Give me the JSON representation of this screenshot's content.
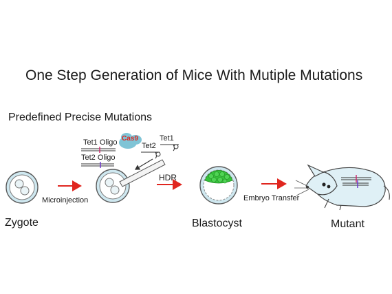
{
  "title": "One Step Generation of Mice With Mutiple Mutations",
  "subtitle": "Predefined Precise Mutations",
  "stages": {
    "zygote": "Zygote",
    "blastocyst": "Blastocyst",
    "mutant": "Mutant"
  },
  "steps": {
    "microinjection": "Microinjection",
    "hdr": "HDR",
    "embryo_transfer": "Embryo Transfer"
  },
  "reagents": {
    "tet1_oligo": "Tet1 Oligo",
    "tet2_oligo": "Tet2 Oligo",
    "cas9": "Cas9",
    "tet2": "Tet2",
    "tet1": "Tet1"
  },
  "colors": {
    "arrow": "#e0261f",
    "cell_fill": "#cfe8f0",
    "cell_stroke": "#5a5a5a",
    "cas9_blob": "#7fc4d6",
    "cas9_text": "#e0261f",
    "inner_mass": "#35c23a",
    "mouse_fill": "#dff0f6",
    "mutation_mark": "#d0206a"
  }
}
